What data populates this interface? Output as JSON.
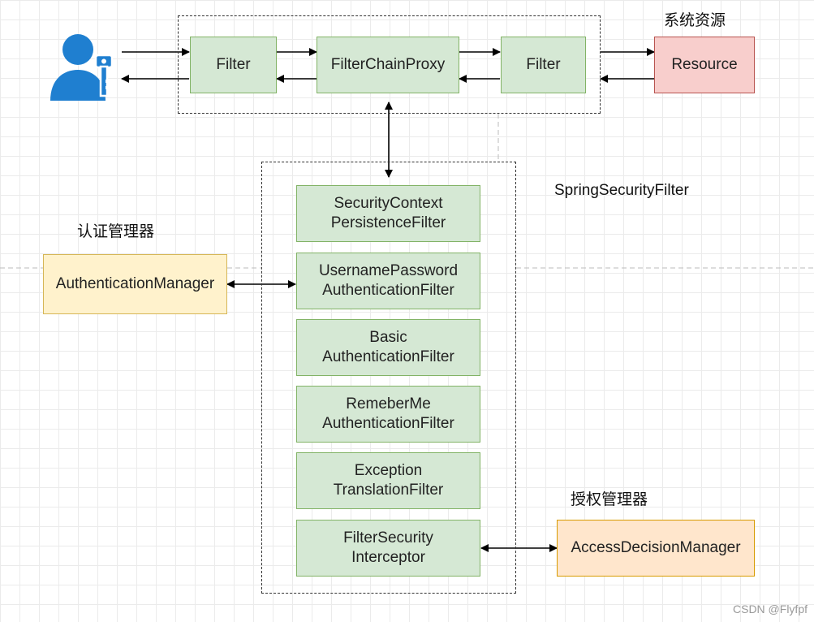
{
  "diagram": {
    "nodes": {
      "filter_left": "Filter",
      "filter_chain_proxy": "FilterChainProxy",
      "filter_right": "Filter",
      "resource": "Resource",
      "security_context_persistence_filter": "SecurityContext\nPersistenceFilter",
      "username_password_authentication_filter": "UsernamePassword\nAuthenticationFilter",
      "basic_authentication_filter": "Basic\nAuthenticationFilter",
      "remember_me_authentication_filter": "RemeberMe\nAuthenticationFilter",
      "exception_translation_filter": "Exception\nTranslationFilter",
      "filter_security_interceptor": "FilterSecurity\nInterceptor",
      "authentication_manager": "AuthenticationManager",
      "access_decision_manager": "AccessDecisionManager"
    },
    "labels": {
      "system_resources": "系统资源",
      "spring_security_filter": "SpringSecurityFilter",
      "authentication_manager_cn": "认证管理器",
      "authorization_manager_cn": "授权管理器"
    },
    "icons": {
      "user": "user-key-icon"
    },
    "colors": {
      "green_fill": "#d5e8d4",
      "red_fill": "#f8cecc",
      "orange_fill": "#ffe6cc",
      "yellow_fill": "#fff2cc",
      "user_icon": "#1f7fd0"
    }
  },
  "watermark": "CSDN @Flyfpf"
}
